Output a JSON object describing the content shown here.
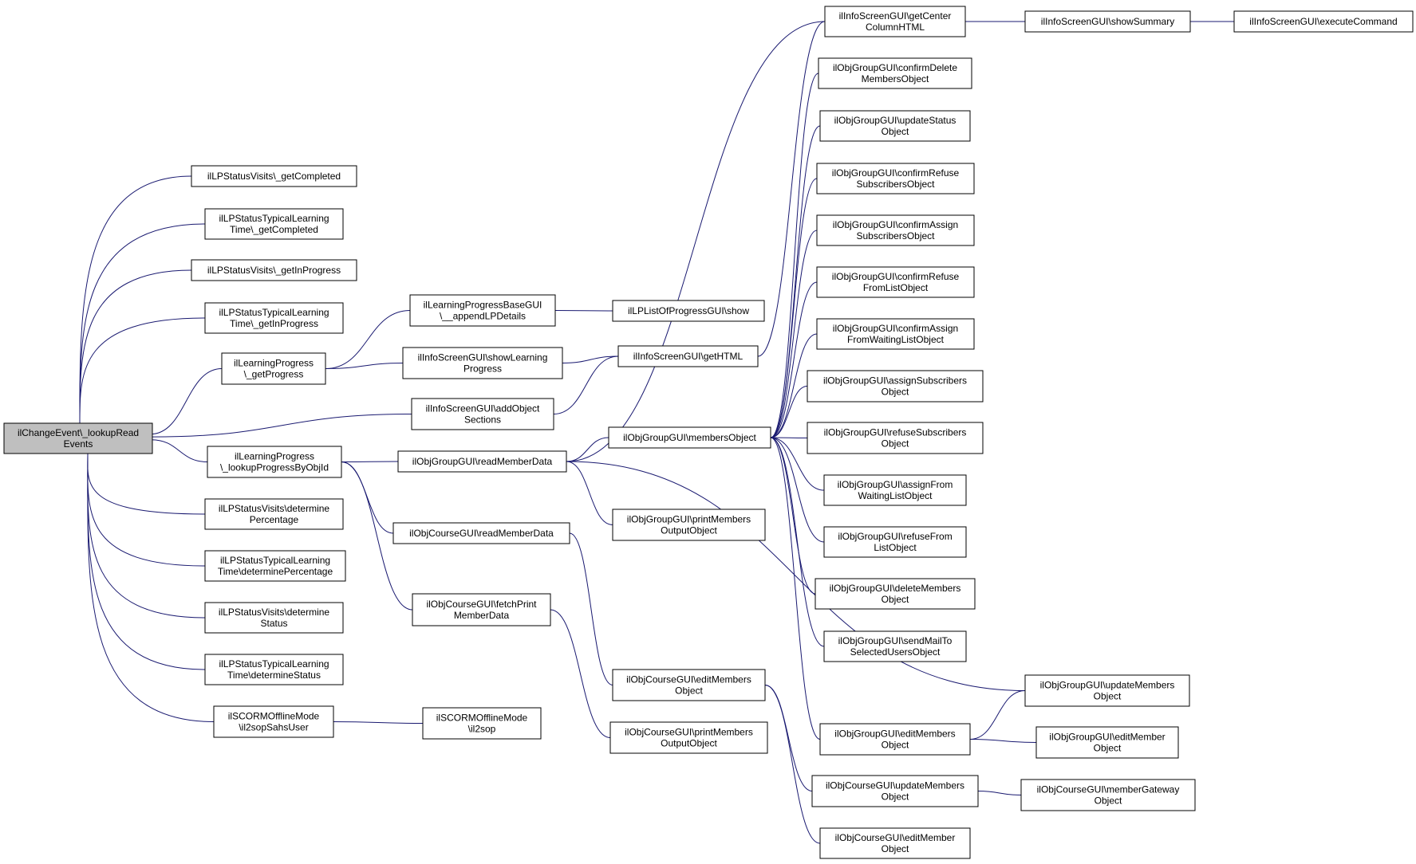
{
  "graph": {
    "nodes": [
      {
        "id": "root",
        "label": [
          "ilChangeEvent\\_lookupRead",
          "Events"
        ],
        "root": true
      },
      {
        "id": "lsv_gc",
        "label": [
          "ilLPStatusVisits\\_getCompleted"
        ]
      },
      {
        "id": "lst_gc",
        "label": [
          "ilLPStatusTypicalLearning",
          "Time\\_getCompleted"
        ]
      },
      {
        "id": "lsv_gip",
        "label": [
          "ilLPStatusVisits\\_getInProgress"
        ]
      },
      {
        "id": "lst_gip",
        "label": [
          "ilLPStatusTypicalLearning",
          "Time\\_getInProgress"
        ]
      },
      {
        "id": "lp_gp",
        "label": [
          "ilLearningProgress",
          "\\_getProgress"
        ]
      },
      {
        "id": "lp_lookup",
        "label": [
          "ilLearningProgress",
          "\\_lookupProgressByObjId"
        ]
      },
      {
        "id": "lsv_dp",
        "label": [
          "ilLPStatusVisits\\determine",
          "Percentage"
        ]
      },
      {
        "id": "lst_dp",
        "label": [
          "ilLPStatusTypicalLearning",
          "Time\\determinePercentage"
        ]
      },
      {
        "id": "lsv_ds",
        "label": [
          "ilLPStatusVisits\\determine",
          "Status"
        ]
      },
      {
        "id": "lst_ds",
        "label": [
          "ilLPStatusTypicalLearning",
          "Time\\determineStatus"
        ]
      },
      {
        "id": "scorm_user",
        "label": [
          "ilSCORMOfflineMode",
          "\\il2sopSahsUser"
        ]
      },
      {
        "id": "lpb_append",
        "label": [
          "ilLearningProgressBaseGUI",
          "\\__appendLPDetails"
        ]
      },
      {
        "id": "is_showlp",
        "label": [
          "ilInfoScreenGUI\\showLearning",
          "Progress"
        ]
      },
      {
        "id": "is_addobj",
        "label": [
          "ilInfoScreenGUI\\addObject",
          "Sections"
        ]
      },
      {
        "id": "og_read",
        "label": [
          "ilObjGroupGUI\\readMemberData"
        ]
      },
      {
        "id": "oc_read",
        "label": [
          "ilObjCourseGUI\\readMemberData"
        ]
      },
      {
        "id": "oc_fetch",
        "label": [
          "ilObjCourseGUI\\fetchPrint",
          "MemberData"
        ]
      },
      {
        "id": "scorm_il2sop",
        "label": [
          "ilSCORMOfflineMode",
          "\\il2sop"
        ]
      },
      {
        "id": "lpl_show",
        "label": [
          "ilLPListOfProgressGUI\\show"
        ]
      },
      {
        "id": "is_gethtml",
        "label": [
          "ilInfoScreenGUI\\getHTML"
        ]
      },
      {
        "id": "og_members",
        "label": [
          "ilObjGroupGUI\\membersObject"
        ]
      },
      {
        "id": "og_print",
        "label": [
          "ilObjGroupGUI\\printMembers",
          "OutputObject"
        ]
      },
      {
        "id": "oc_edit",
        "label": [
          "ilObjCourseGUI\\editMembers",
          "Object"
        ]
      },
      {
        "id": "oc_print",
        "label": [
          "ilObjCourseGUI\\printMembers",
          "OutputObject"
        ]
      },
      {
        "id": "is_center",
        "label": [
          "ilInfoScreenGUI\\getCenter",
          "ColumnHTML"
        ]
      },
      {
        "id": "og_cdel",
        "label": [
          "ilObjGroupGUI\\confirmDelete",
          "MembersObject"
        ]
      },
      {
        "id": "og_ustat",
        "label": [
          "ilObjGroupGUI\\updateStatus",
          "Object"
        ]
      },
      {
        "id": "og_crsub",
        "label": [
          "ilObjGroupGUI\\confirmRefuse",
          "SubscribersObject"
        ]
      },
      {
        "id": "og_casub",
        "label": [
          "ilObjGroupGUI\\confirmAssign",
          "SubscribersObject"
        ]
      },
      {
        "id": "og_crfl",
        "label": [
          "ilObjGroupGUI\\confirmRefuse",
          "FromListObject"
        ]
      },
      {
        "id": "og_cawl",
        "label": [
          "ilObjGroupGUI\\confirmAssign",
          "FromWaitingListObject"
        ]
      },
      {
        "id": "og_asub",
        "label": [
          "ilObjGroupGUI\\assignSubscribers",
          "Object"
        ]
      },
      {
        "id": "og_rsub",
        "label": [
          "ilObjGroupGUI\\refuseSubscribers",
          "Object"
        ]
      },
      {
        "id": "og_afwl",
        "label": [
          "ilObjGroupGUI\\assignFrom",
          "WaitingListObject"
        ]
      },
      {
        "id": "og_rfl",
        "label": [
          "ilObjGroupGUI\\refuseFrom",
          "ListObject"
        ]
      },
      {
        "id": "og_delm",
        "label": [
          "ilObjGroupGUI\\deleteMembers",
          "Object"
        ]
      },
      {
        "id": "og_mail",
        "label": [
          "ilObjGroupGUI\\sendMailTo",
          "SelectedUsersObject"
        ]
      },
      {
        "id": "og_editm",
        "label": [
          "ilObjGroupGUI\\editMembers",
          "Object"
        ]
      },
      {
        "id": "oc_upd",
        "label": [
          "ilObjCourseGUI\\updateMembers",
          "Object"
        ]
      },
      {
        "id": "oc_editmem",
        "label": [
          "ilObjCourseGUI\\editMember",
          "Object"
        ]
      },
      {
        "id": "is_summary",
        "label": [
          "ilInfoScreenGUI\\showSummary"
        ]
      },
      {
        "id": "og_upd",
        "label": [
          "ilObjGroupGUI\\updateMembers",
          "Object"
        ]
      },
      {
        "id": "og_editmem",
        "label": [
          "ilObjGroupGUI\\editMember",
          "Object"
        ]
      },
      {
        "id": "oc_gateway",
        "label": [
          "ilObjCourseGUI\\memberGateway",
          "Object"
        ]
      },
      {
        "id": "is_exec",
        "label": [
          "ilInfoScreenGUI\\executeCommand"
        ]
      }
    ],
    "edges": [
      [
        "lsv_gc",
        "root"
      ],
      [
        "lst_gc",
        "root"
      ],
      [
        "lsv_gip",
        "root"
      ],
      [
        "lst_gip",
        "root"
      ],
      [
        "lp_gp",
        "root"
      ],
      [
        "is_addobj",
        "root"
      ],
      [
        "lp_lookup",
        "root"
      ],
      [
        "lsv_dp",
        "root"
      ],
      [
        "lst_dp",
        "root"
      ],
      [
        "lsv_ds",
        "root"
      ],
      [
        "lst_ds",
        "root"
      ],
      [
        "scorm_user",
        "root"
      ],
      [
        "lpb_append",
        "lp_gp"
      ],
      [
        "is_showlp",
        "lp_gp"
      ],
      [
        "og_read",
        "lp_lookup"
      ],
      [
        "oc_read",
        "lp_lookup"
      ],
      [
        "oc_fetch",
        "lp_lookup"
      ],
      [
        "scorm_il2sop",
        "scorm_user"
      ],
      [
        "lpl_show",
        "lpb_append"
      ],
      [
        "is_gethtml",
        "is_showlp"
      ],
      [
        "is_gethtml",
        "is_addobj"
      ],
      [
        "og_members",
        "og_read"
      ],
      [
        "og_print",
        "og_read"
      ],
      [
        "is_center",
        "og_read"
      ],
      [
        "og_upd",
        "og_read"
      ],
      [
        "oc_edit",
        "oc_read"
      ],
      [
        "oc_print",
        "oc_fetch"
      ],
      [
        "is_center",
        "is_gethtml"
      ],
      [
        "og_cdel",
        "og_members"
      ],
      [
        "og_ustat",
        "og_members"
      ],
      [
        "og_crsub",
        "og_members"
      ],
      [
        "og_casub",
        "og_members"
      ],
      [
        "og_crfl",
        "og_members"
      ],
      [
        "og_cawl",
        "og_members"
      ],
      [
        "og_asub",
        "og_members"
      ],
      [
        "og_rsub",
        "og_members"
      ],
      [
        "og_afwl",
        "og_members"
      ],
      [
        "og_rfl",
        "og_members"
      ],
      [
        "og_delm",
        "og_members"
      ],
      [
        "og_mail",
        "og_members"
      ],
      [
        "og_editm",
        "og_members"
      ],
      [
        "oc_upd",
        "oc_edit"
      ],
      [
        "oc_editmem",
        "oc_edit"
      ],
      [
        "is_summary",
        "is_center"
      ],
      [
        "is_exec",
        "is_summary"
      ],
      [
        "og_upd",
        "og_editm"
      ],
      [
        "og_editmem",
        "og_editm"
      ],
      [
        "oc_gateway",
        "oc_upd"
      ]
    ]
  }
}
